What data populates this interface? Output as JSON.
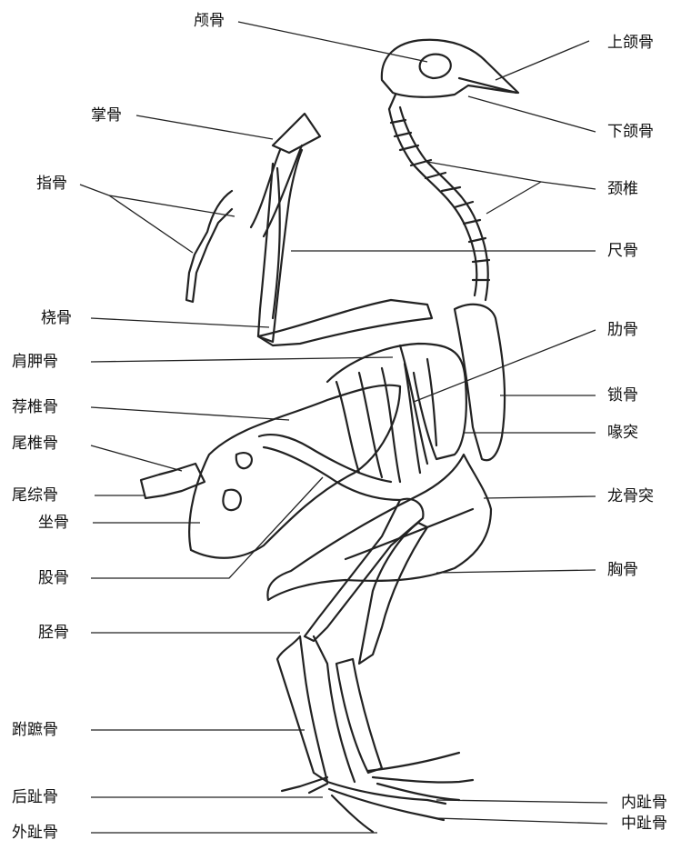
{
  "labels": {
    "skull": "颅骨",
    "upper_jaw": "上颌骨",
    "lower_jaw": "下颌骨",
    "cervical": "颈椎",
    "metacarpal": "掌骨",
    "phalanges": "指骨",
    "ulna": "尺骨",
    "radius": "桡骨",
    "rib": "肋骨",
    "scapula": "肩胛骨",
    "clavicle": "锁骨",
    "thoracic": "荐椎骨",
    "coracoid": "喙突",
    "caudal": "尾椎骨",
    "pygostyle": "尾综骨",
    "keel": "龙骨突",
    "ischium": "坐骨",
    "sternum": "胸骨",
    "femur": "股骨",
    "tibia": "胫骨",
    "tarsometatarsus": "跗蹠骨",
    "hind_toe": "后趾骨",
    "inner_toe": "内趾骨",
    "middle_toe": "中趾骨",
    "outer_toe": "外趾骨"
  }
}
